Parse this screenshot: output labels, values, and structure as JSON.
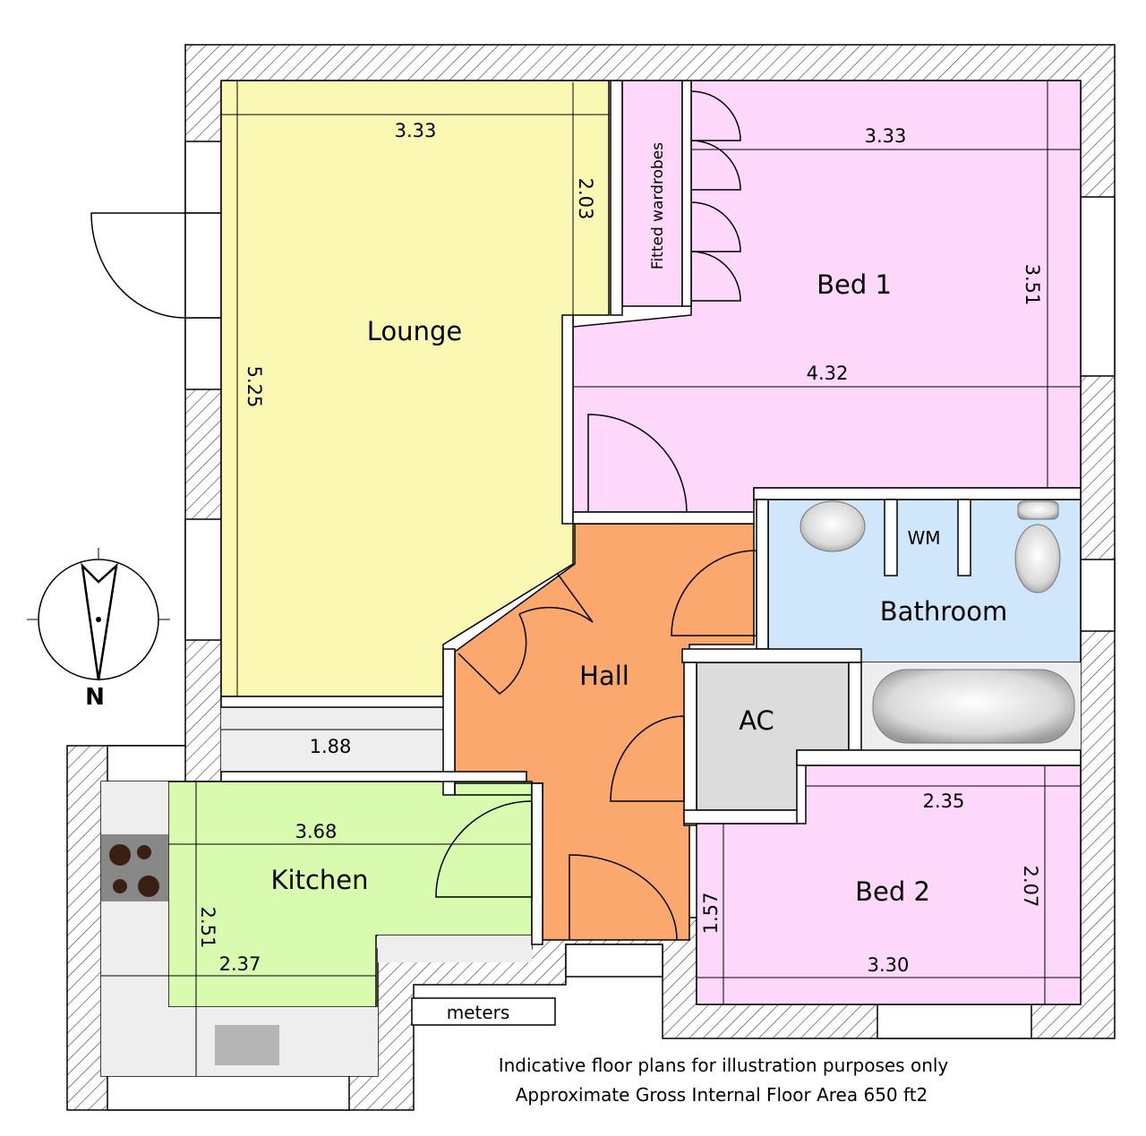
{
  "rooms": {
    "lounge": "Lounge",
    "bed1": "Bed 1",
    "bathroom": "Bathroom",
    "hall": "Hall",
    "ac": "AC",
    "kitchen": "Kitchen",
    "bed2": "Bed 2"
  },
  "fixtures": {
    "wardrobes": "Fitted wardrobes",
    "wm": "WM",
    "meters": "meters"
  },
  "dimensions": {
    "lounge_width": "3.33",
    "lounge_recess": "2.03",
    "lounge_length": "5.25",
    "bed1_width": "3.33",
    "bed1_width_full": "4.32",
    "bed1_length": "3.51",
    "passage_width": "1.88",
    "kitchen_width": "3.68",
    "kitchen_length": "2.51",
    "kitchen_inner_width": "2.37",
    "bed2_width": "2.35",
    "bed2_width_full": "3.30",
    "bed2_length": "2.07",
    "bed2_recess": "1.57"
  },
  "compass": {
    "north": "N"
  },
  "footer": {
    "line1": "Indicative floor plans for illustration purposes only",
    "line2": "Approximate Gross Internal Floor Area 650 ft2"
  },
  "colors": {
    "lounge": "#fbf8b4",
    "bedroom": "#fdd8fb",
    "hall": "#fba86f",
    "bathroom": "#cfe6fb",
    "kitchen": "#d8fbb0",
    "ac": "#dcdcdc",
    "wall": "#ffffff"
  }
}
